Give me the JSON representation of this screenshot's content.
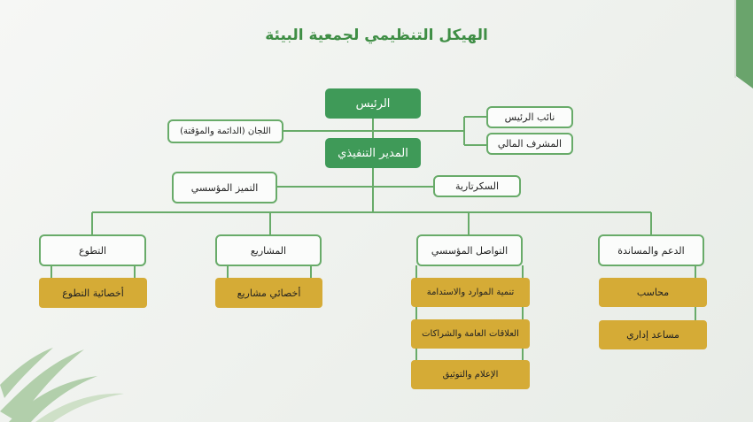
{
  "title": "الهيكل التنظيمي لجمعية البيئة",
  "nodes": {
    "president": "الرئيس",
    "executive_director": "المدير التنفيذي",
    "committees": "اللجان (الدائمة والمؤقتة)",
    "vice_president": "نائب الرئيس",
    "financial_supervisor": "المشرف المالي",
    "institutional_excellence": "التميز المؤسسي",
    "secretariat": "السكرتارية"
  },
  "departments": [
    {
      "label": "الدعم والمساندة",
      "children": [
        "محاسب",
        "مساعد إداري"
      ]
    },
    {
      "label": "التواصل المؤسسي",
      "children": [
        "تنمية الموارد والاستدامة",
        "العلاقات العامة والشراكات",
        "الإعلام والتوثيق"
      ]
    },
    {
      "label": "المشاريع",
      "children": [
        "أخصائي مشاريع"
      ]
    },
    {
      "label": "التطوع",
      "children": [
        "أخصائية التطوع"
      ]
    }
  ],
  "colors": {
    "primary_green": "#3f9a58",
    "outline_green": "#68ab69",
    "title_green": "#3f8e45",
    "gold": "#d5ab36"
  }
}
